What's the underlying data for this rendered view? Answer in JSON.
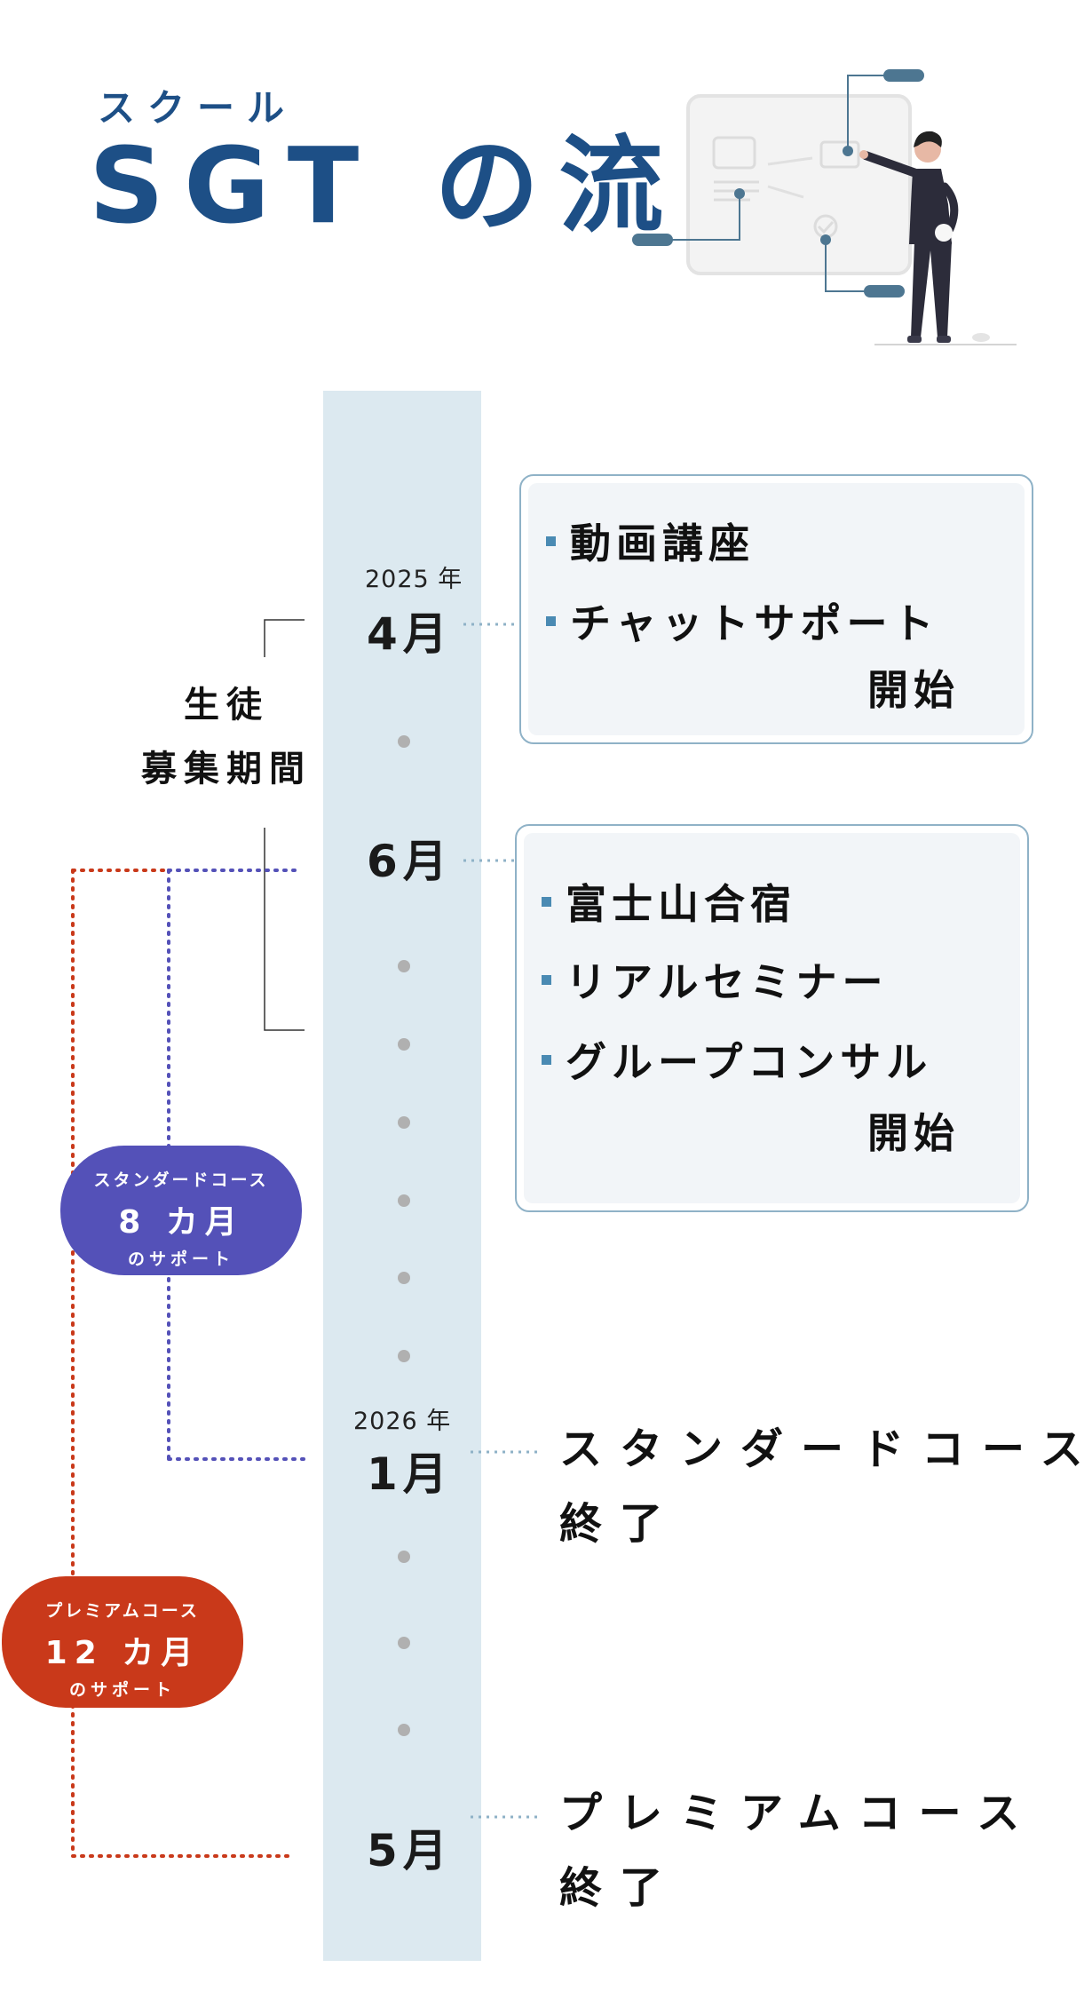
{
  "header": {
    "subtitle": "スクール",
    "title": "SGT の流れ"
  },
  "timeline": {
    "year_2025": "2025 年",
    "april": "4月",
    "june": "6月",
    "year_2026": "2026 年",
    "january": "1月",
    "may": "5月"
  },
  "recruitment": {
    "line1": "生徒",
    "line2": "募集期間"
  },
  "card1": {
    "items": [
      "動画講座",
      "チャットサポート"
    ],
    "continuation": "開始"
  },
  "card2": {
    "items": [
      "富士山合宿",
      "リアルセミナー",
      "グループコンサル"
    ],
    "continuation": "開始"
  },
  "standard_pill": {
    "line1": "スタンダードコース",
    "line2": "8 カ月",
    "line3": "のサポート",
    "color": "#5451b8"
  },
  "premium_pill": {
    "line1": "プレミアムコース",
    "line2": "12 カ月",
    "line3": "のサポート",
    "color": "#c9391a"
  },
  "standard_end": {
    "line1": "スタンダードコース",
    "line2": "終了"
  },
  "premium_end": {
    "line1": "プレミアムコース",
    "line2": "終了"
  },
  "colors": {
    "brand": "#1d4f86",
    "band": "#dce9f0",
    "card_border": "#8fb2c7",
    "bullet": "#4a8ab3",
    "illustration_accent": "#4d7691"
  }
}
